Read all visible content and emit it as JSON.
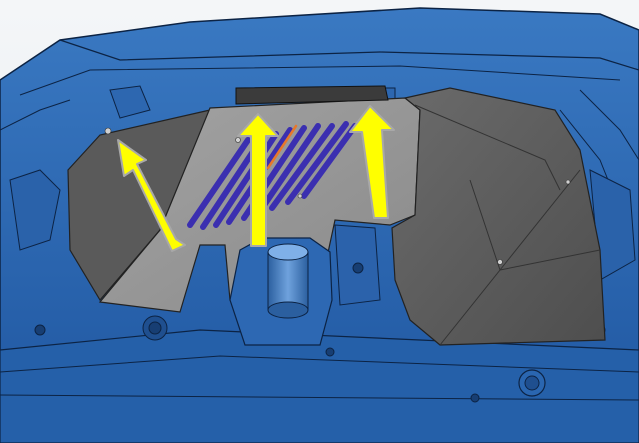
{
  "viewport": {
    "background": "#eef1f4",
    "description_colors": {
      "body_blue": "#2f6cb5",
      "body_blue_dark": "#1c4a86",
      "edge_line": "#0c2344",
      "panel_gray": "#8f8f8f",
      "panel_gray_dark": "#595959",
      "slot_blue": "#3b2fb0",
      "accent_orange": "#e8772a",
      "arrow_yellow": "#ffff00",
      "arrow_outline": "#a8a8a8"
    }
  },
  "model": {
    "parts": [
      "vehicle-body-frame",
      "floor-panel-center",
      "floor-panel-left",
      "floor-panel-right",
      "center-mount-boss",
      "vent-slots",
      "direction-arrows"
    ],
    "arrows_count": 3,
    "vent_slots_count": 9
  }
}
